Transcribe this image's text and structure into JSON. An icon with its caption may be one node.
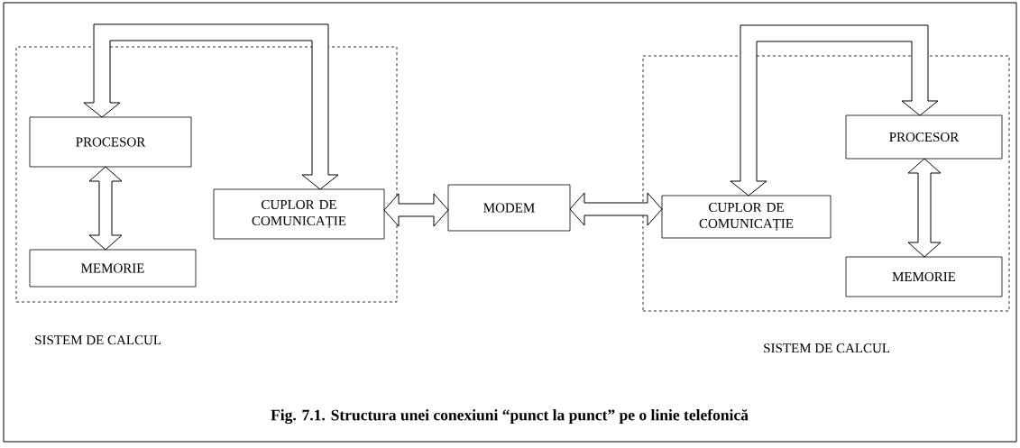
{
  "diagram": {
    "caption": "Fig. 7.1. Structura unei conexiuni “punct la punct” pe o linie telefonică",
    "nodes": [
      {
        "text": [
          "SISTEM DE CALCUL"
        ]
      },
      {
        "text": [
          "PROCESOR"
        ],
        "in": 0
      },
      {
        "text": [
          "MEMORIE"
        ],
        "in": 0
      },
      {
        "text": [
          "CUPLOR DE COMUNICAȚIE"
        ],
        "in": 0
      },
      {
        "text": [
          "MODEM"
        ]
      },
      {
        "text": [
          "SISTEM DE CALCUL"
        ]
      },
      {
        "text": [
          "CUPLOR DE COMUNICAȚIE"
        ],
        "in": 5
      },
      {
        "text": [
          "PROCESOR"
        ],
        "in": 5
      },
      {
        "text": [
          "MEMORIE"
        ],
        "in": 5
      }
    ],
    "edges": [
      {
        "from": 1,
        "to": 2,
        "arrow": "both"
      },
      {
        "from": 3,
        "to": 1,
        "arrow": "both"
      },
      {
        "from": 3,
        "to": 4,
        "arrow": "both"
      },
      {
        "from": 4,
        "to": 6,
        "arrow": "both"
      },
      {
        "from": 6,
        "to": 7,
        "arrow": "both"
      },
      {
        "from": 7,
        "to": 8,
        "arrow": "both"
      }
    ]
  }
}
